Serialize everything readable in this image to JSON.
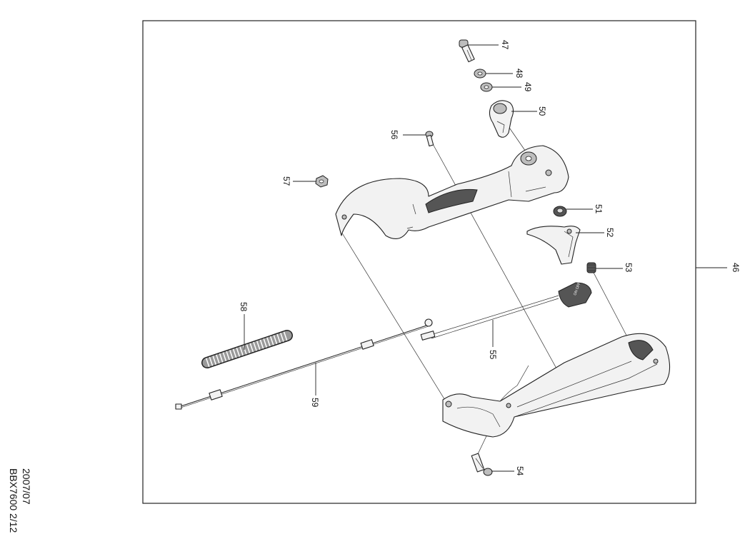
{
  "footer": {
    "date": "2007/07",
    "model_page": "BBX7600 2/12"
  },
  "callouts": {
    "c46": "46",
    "c47": "47",
    "c48": "48",
    "c49": "49",
    "c50": "50",
    "c51": "51",
    "c52": "52",
    "c53": "53",
    "c54": "54",
    "c55": "55",
    "c56": "56",
    "c57": "57",
    "c58": "58",
    "c59": "59"
  },
  "part_markings": {
    "switch_text": "ON OFF"
  }
}
